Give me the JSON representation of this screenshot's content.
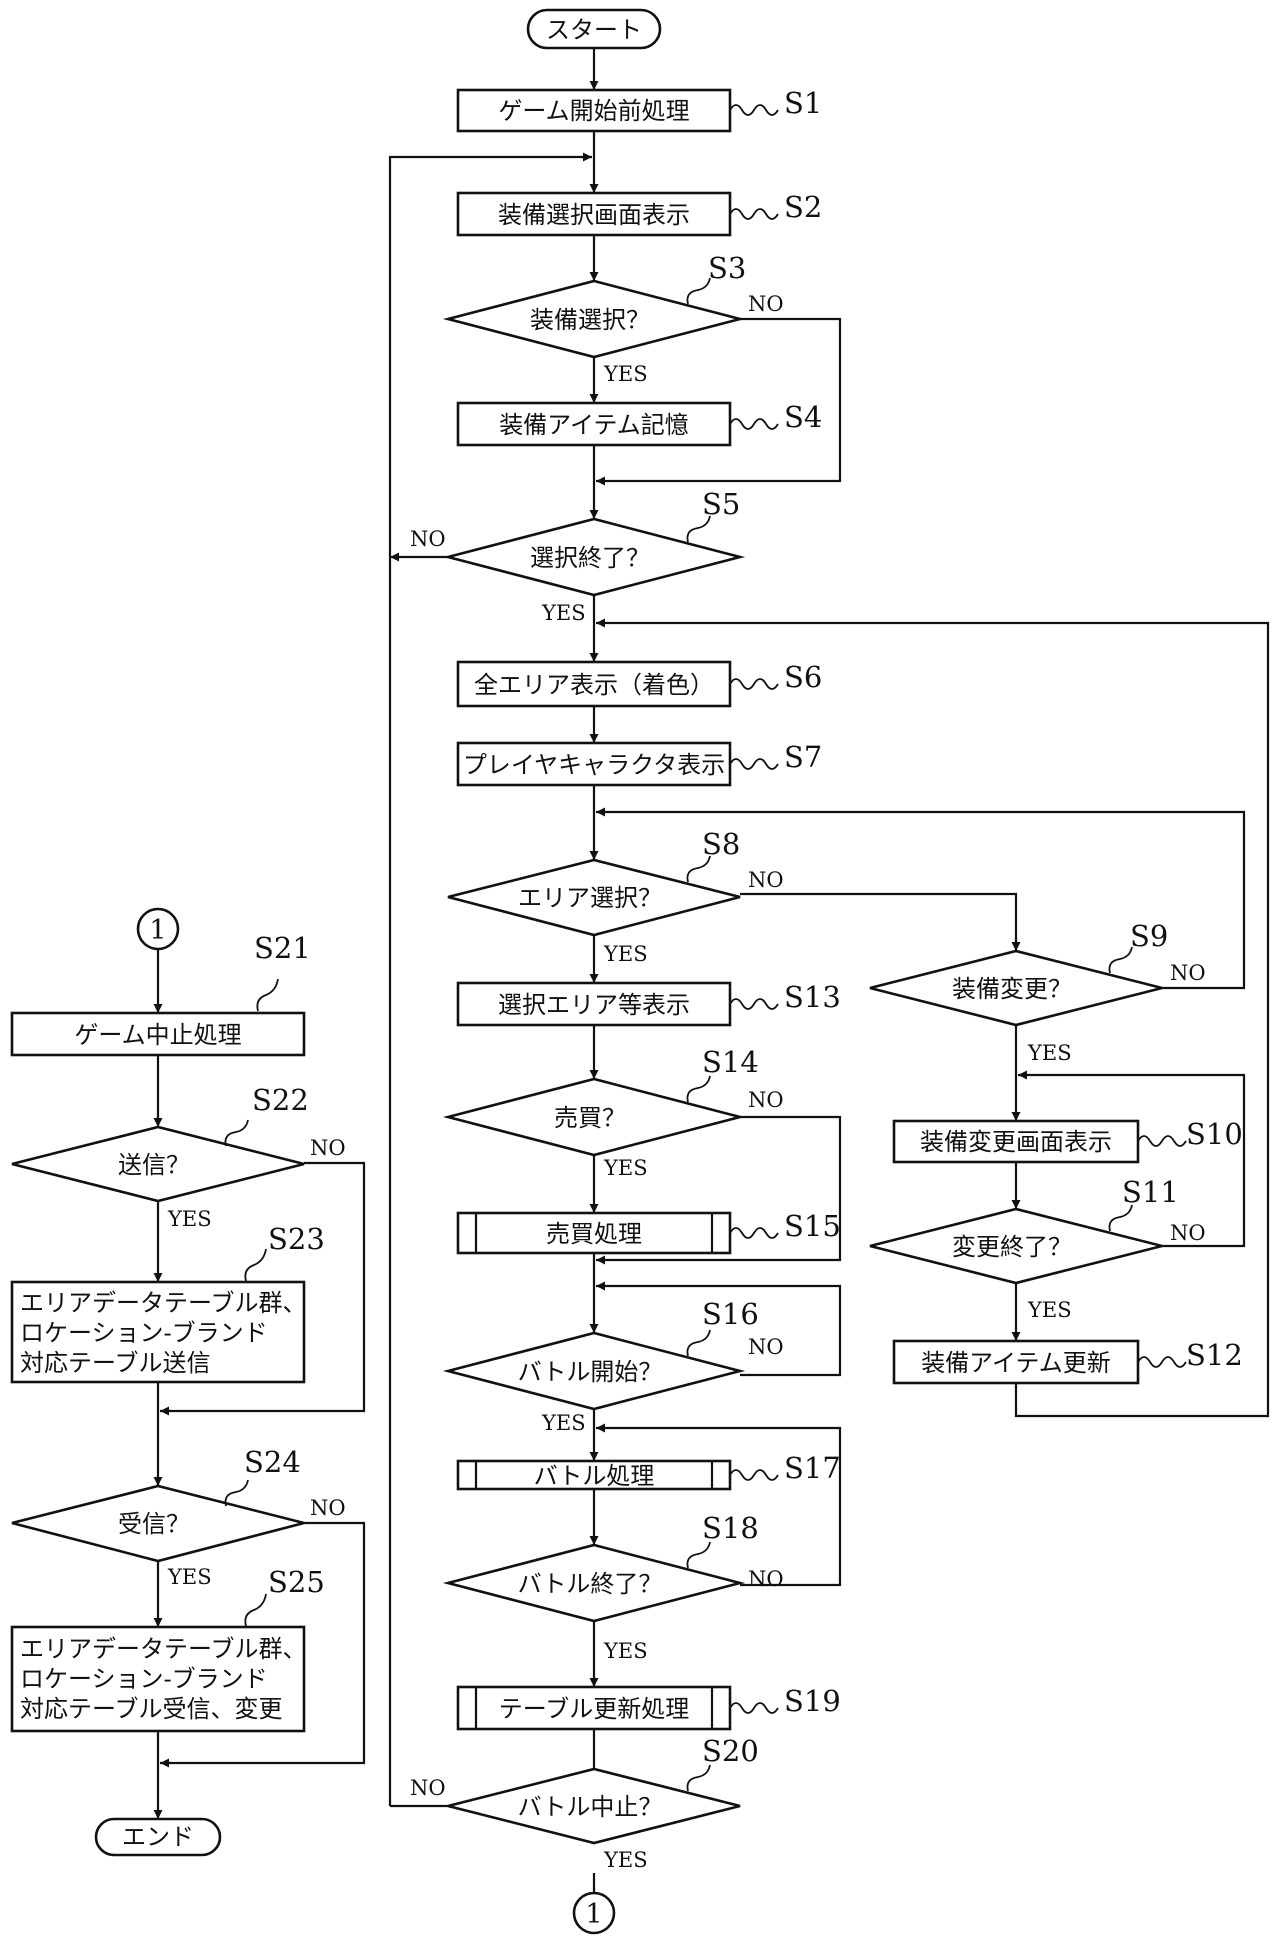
{
  "flowchart": {
    "nodes": [
      {
        "id": "start",
        "label": "スタート"
      },
      {
        "id": "S1",
        "label": "ゲーム開始前処理",
        "step": "S1"
      },
      {
        "id": "S2",
        "label": "装備選択画面表示",
        "step": "S2"
      },
      {
        "id": "S3",
        "label": "装備選択？",
        "step": "S3"
      },
      {
        "id": "S4",
        "label": "装備アイテム記憶",
        "step": "S4"
      },
      {
        "id": "S5",
        "label": "選択終了？",
        "step": "S5"
      },
      {
        "id": "S6",
        "label": "全エリア表示（着色）",
        "step": "S6"
      },
      {
        "id": "S7",
        "label": "プレイヤキャラクタ表示",
        "step": "S7"
      },
      {
        "id": "S8",
        "label": "エリア選択？",
        "step": "S8"
      },
      {
        "id": "S13",
        "label": "選択エリア等表示",
        "step": "S13"
      },
      {
        "id": "S14",
        "label": "売買？",
        "step": "S14"
      },
      {
        "id": "S15",
        "label": "売買処理",
        "step": "S15"
      },
      {
        "id": "S16",
        "label": "バトル開始？",
        "step": "S16"
      },
      {
        "id": "S17",
        "label": "バトル処理",
        "step": "S17"
      },
      {
        "id": "S18",
        "label": "バトル終了？",
        "step": "S18"
      },
      {
        "id": "S19",
        "label": "テーブル更新処理",
        "step": "S19"
      },
      {
        "id": "S20",
        "label": "バトル中止？",
        "step": "S20"
      },
      {
        "id": "S9",
        "label": "装備変更？",
        "step": "S9"
      },
      {
        "id": "S10",
        "label": "装備変更画面表示",
        "step": "S10"
      },
      {
        "id": "S11",
        "label": "変更終了？",
        "step": "S11"
      },
      {
        "id": "S12",
        "label": "装備アイテム更新",
        "step": "S12"
      },
      {
        "id": "conn_out",
        "label": "1"
      },
      {
        "id": "conn_in",
        "label": "1"
      },
      {
        "id": "S21",
        "label": "ゲーム中止処理",
        "step": "S21"
      },
      {
        "id": "S22",
        "label": "送信？",
        "step": "S22"
      },
      {
        "id": "S23",
        "lines": [
          "エリアデータテーブル群、",
          "ロケーション-ブランド",
          "対応テーブル送信"
        ],
        "step": "S23"
      },
      {
        "id": "S24",
        "label": "受信？",
        "step": "S24"
      },
      {
        "id": "S25",
        "lines": [
          "エリアデータテーブル群、",
          "ロケーション-ブランド",
          "対応テーブル受信、変更"
        ],
        "step": "S25"
      },
      {
        "id": "end",
        "label": "エンド"
      }
    ],
    "branch_labels": {
      "yes": "YES",
      "no": "NO"
    }
  }
}
